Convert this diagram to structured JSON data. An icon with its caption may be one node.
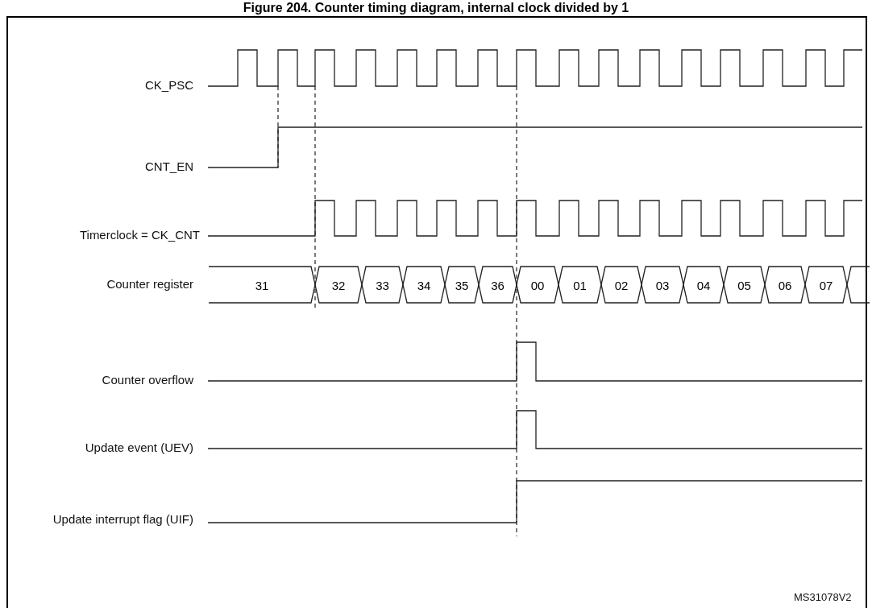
{
  "diagram": {
    "title": "Figure 204. Counter timing diagram, internal clock divided by 1",
    "nodes": [
      {
        "text": [
          "31"
        ]
      },
      {
        "text": [
          "32"
        ]
      },
      {
        "text": [
          "33"
        ]
      },
      {
        "text": [
          "34"
        ]
      },
      {
        "text": [
          "35"
        ]
      },
      {
        "text": [
          "36"
        ]
      },
      {
        "text": [
          "00"
        ]
      },
      {
        "text": [
          "01"
        ]
      },
      {
        "text": [
          "02"
        ]
      },
      {
        "text": [
          "03"
        ]
      },
      {
        "text": [
          "04"
        ]
      },
      {
        "text": [
          "05"
        ]
      },
      {
        "text": [
          "06"
        ]
      },
      {
        "text": [
          "07"
        ]
      },
      {
        "text": [],
        "shape": "box"
      }
    ],
    "edges": [],
    "labels": [
      "CK_PSC",
      "CNT_EN",
      "Timerclock = CK_CNT",
      "Counter register",
      "Counter overflow",
      "Update event (UEV)",
      "Update interrupt flag (UIF)",
      "MS31078V2"
    ]
  }
}
